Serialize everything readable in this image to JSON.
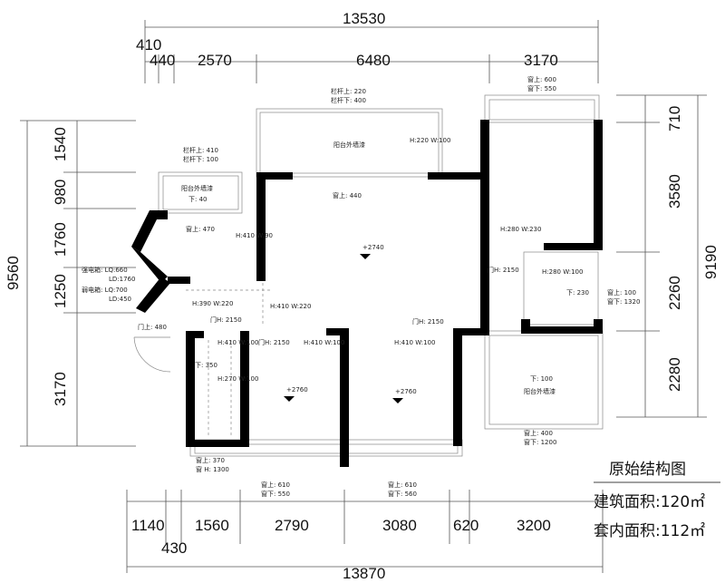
{
  "top_total": "13530",
  "top_segments": [
    "410",
    "440",
    "2570",
    "6480",
    "3170"
  ],
  "bottom_total": "13870",
  "bottom_segments": [
    "1140",
    "1560",
    "2790",
    "3080",
    "620",
    "3200"
  ],
  "bottom_sub": "430",
  "left_total": "9560",
  "left_segments": [
    "1540",
    "980",
    "1760",
    "1250",
    "3170"
  ],
  "right_total": "9190",
  "right_segments": [
    "710",
    "3580",
    "2260",
    "2280"
  ],
  "title": {
    "heading": "原始结构图",
    "building_area": "建筑面积:120㎡",
    "inner_area": "套内面积:112㎡"
  },
  "annotations": {
    "railing_top": "栏杆上: 220",
    "railing_bottom": "栏杆下: 400",
    "railing_top_left": "栏杆上: 410",
    "railing_bottom_left": "栏杆下: 100",
    "balcony_wall_top": "阳台外墙漆",
    "balcony_wall_left": "阳台外墙漆",
    "balcony_wall_left_sub": "下: 40",
    "balcony_wall_right": "阳台外墙漆",
    "balcony_right_sub": "下: 100",
    "window_top_right_a": "窗上: 600",
    "window_top_right_b": "窗下: 550",
    "window_440": "窗上: 440",
    "window_470": "窗上: 470",
    "hw_220_100": "H:220 W:100",
    "hw_410_90": "H:410 W:90",
    "hw_280_230": "H:280 W:230",
    "hw_280_100": "H:280 W:100",
    "hw_390_220": "H:390 W:220",
    "hw_410_220": "H:410 W:220",
    "hw_410_100_a": "H:410 W:100",
    "hw_410_100_b": "H:410 W:100",
    "hw_410_100_c": "H:410 W:100",
    "hw_270_100": "H:270 W:100",
    "elec_strong": "强电箱: LQ:660",
    "elec_strong_ld": "LD:1760",
    "elec_weak": "弱电箱: LQ:700",
    "elec_weak_ld": "LD:450",
    "door_480": "门上: 480",
    "door_2150_a": "门H: 2150",
    "door_2150_b": "门H: 2150",
    "door_2150_c": "门H: 2150",
    "door_2150_d": "门H: 2150",
    "down_350": "下: 350",
    "down_230": "下: 230",
    "win_100_1320_a": "窗上: 100",
    "win_100_1320_b": "窗下: 1320",
    "level_2740": "+2740",
    "level_2760_a": "+2760",
    "level_2760_b": "+2760",
    "win_370": "窗上: 370",
    "win_h1300": "窗 H: 1300",
    "win_610_550_a": "窗上: 610",
    "win_610_550_b": "窗下: 550",
    "win_610_560_a": "窗上: 610",
    "win_610_560_b": "窗下: 560",
    "win_400_1200_a": "窗上: 400",
    "win_400_1200_b": "窗下: 1200"
  }
}
